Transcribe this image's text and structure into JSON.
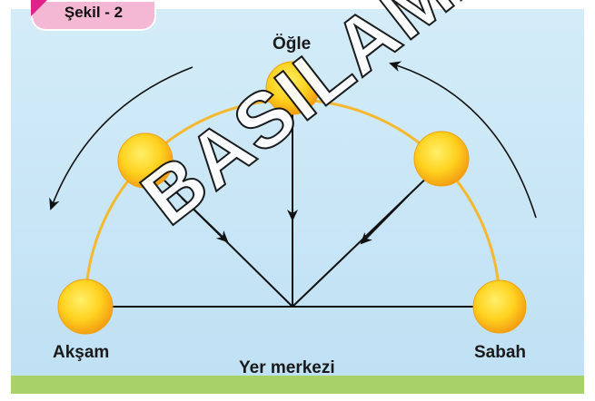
{
  "figure": {
    "tag_label": "Şekil - 2"
  },
  "labels": {
    "noon": "Öğle",
    "evening": "Akşam",
    "morning": "Sabah",
    "earth_center": "Yer merkezi"
  },
  "watermark": "BASILAMA",
  "colors": {
    "sky_top": "#cfe9f7",
    "sky_bottom": "#bfe2f5",
    "ground": "#a8d16a",
    "arc": "#f5b82e",
    "sun_outer": "#f7b719",
    "sun_inner": "#ffe27a",
    "line": "#111111",
    "tag": "#f4b8d4",
    "tag_corner": "#e0218a"
  },
  "suns": [
    {
      "name": "sun-noon",
      "angle_deg": 90
    },
    {
      "name": "sun-afternoon",
      "angle_deg": 135
    },
    {
      "name": "sun-forenoon",
      "angle_deg": 45
    },
    {
      "name": "sun-evening",
      "angle_deg": 180
    },
    {
      "name": "sun-morning",
      "angle_deg": 0
    }
  ]
}
